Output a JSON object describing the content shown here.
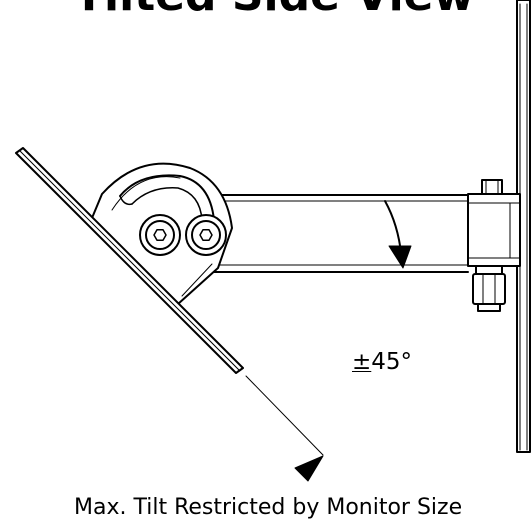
{
  "title": "Tilted Side View",
  "angle": {
    "prefix": "±",
    "value": "45°"
  },
  "caption": "Max. Tilt Restricted by Monitor Size"
}
